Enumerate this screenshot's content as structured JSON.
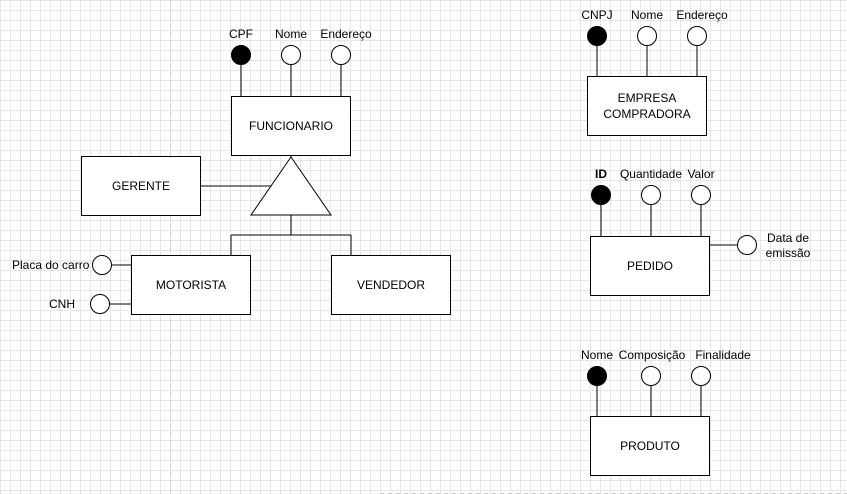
{
  "colors": {
    "grid": "#e6e6e6",
    "stroke": "#000000",
    "key_fill": "#000000",
    "attr_fill": "#ffffff"
  },
  "funcionario": {
    "entity": "FUNCIONARIO",
    "attributes": [
      "CPF",
      "Nome",
      "Endereço"
    ],
    "key_attribute": "CPF"
  },
  "gerente": {
    "entity": "GERENTE"
  },
  "motorista": {
    "entity": "MOTORISTA",
    "attributes": [
      "Placa do carro",
      "CNH"
    ]
  },
  "vendedor": {
    "entity": "VENDEDOR"
  },
  "empresa": {
    "entity": "EMPRESA COMPRADORA",
    "attributes": [
      "CNPJ",
      "Nome",
      "Endereço"
    ],
    "key_attribute": "CNPJ"
  },
  "pedido": {
    "entity": "PEDIDO",
    "attributes": [
      "ID",
      "Quantidade",
      "Valor",
      "Data de emissão"
    ],
    "key_attribute": "ID"
  },
  "produto": {
    "entity": "PRODUTO",
    "attributes": [
      "Nome",
      "Composição",
      "Finalidade"
    ],
    "key_attribute": "Nome"
  }
}
